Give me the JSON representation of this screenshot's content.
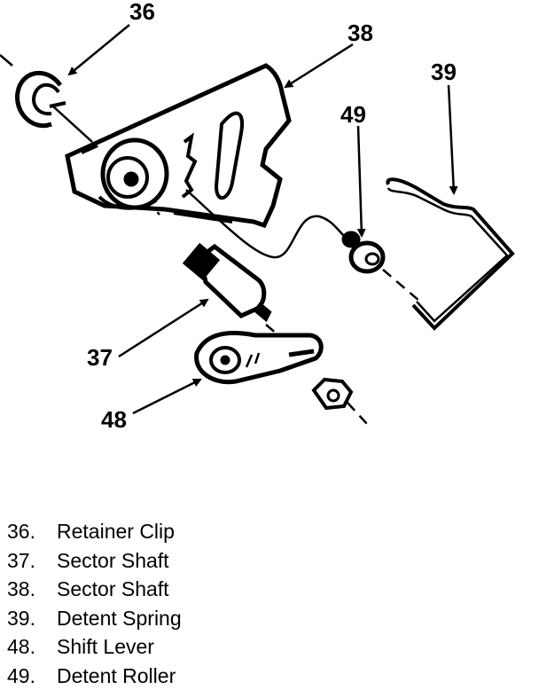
{
  "callouts": {
    "c36": "36",
    "c37": "37",
    "c38": "38",
    "c39": "39",
    "c48": "48",
    "c49": "49"
  },
  "legend": [
    {
      "num": "36.",
      "label": "Retainer Clip"
    },
    {
      "num": "37.",
      "label": "Sector Shaft"
    },
    {
      "num": "38.",
      "label": "Sector Shaft"
    },
    {
      "num": "39.",
      "label": "Detent Spring"
    },
    {
      "num": "48.",
      "label": "Shift Lever"
    },
    {
      "num": "49.",
      "label": "Detent Roller"
    }
  ],
  "colors": {
    "ink": "#000000",
    "paper": "#ffffff"
  }
}
